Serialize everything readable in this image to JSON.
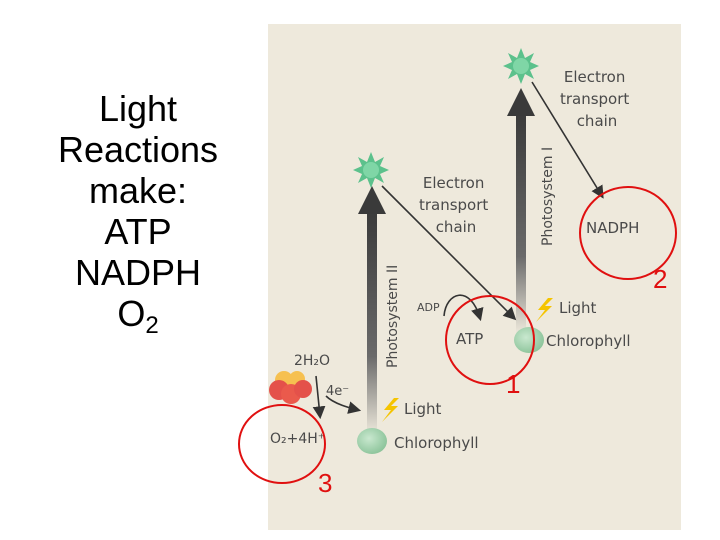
{
  "heading": {
    "lines": [
      "Light",
      "Reactions",
      "make:",
      "ATP",
      "NADPH"
    ],
    "o2_base": "O",
    "o2_sub": "2"
  },
  "diagram": {
    "etc_top": [
      "Electron",
      "transport",
      "chain"
    ],
    "etc_mid": [
      "Electron",
      "transport",
      "chain"
    ],
    "ps1": "Photosystem I",
    "ps2": "Photosystem II",
    "nadph": "NADPH",
    "adp": "ADP",
    "atp": "ATP",
    "light": "Light",
    "chlorophyll": "Chlorophyll",
    "water": "2H₂O",
    "electrons": "4e⁻",
    "o2_products": "O₂+4H⁺"
  },
  "callouts": {
    "one": "1",
    "two": "2",
    "three": "3"
  },
  "colors": {
    "panel": "#eee9dc",
    "arrow": "#4a4a4a",
    "callout": "#e01010",
    "chlorophyll": "#9fcfab",
    "star": "#5cc18c",
    "lightning": "#f5c400"
  }
}
